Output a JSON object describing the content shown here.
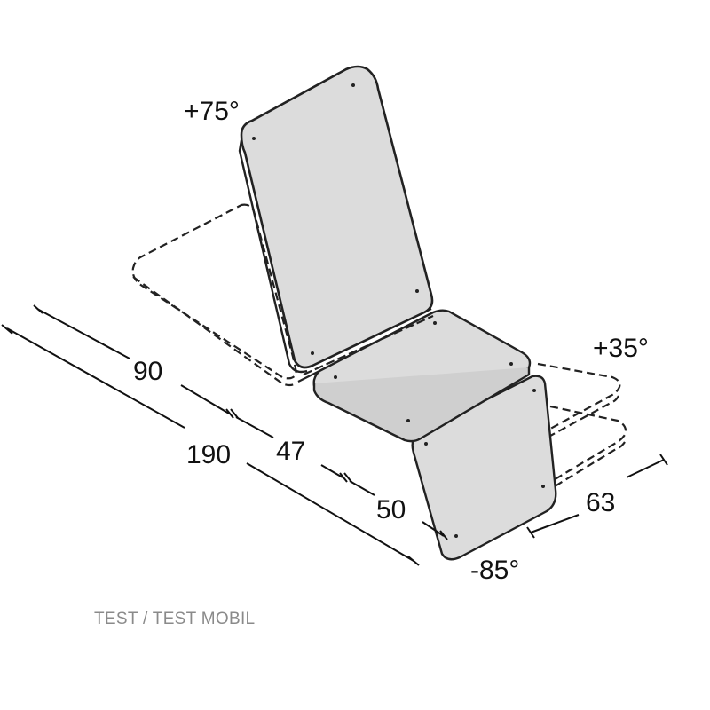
{
  "diagram": {
    "angles": {
      "backrest": "+75°",
      "legrest_up": "+35°",
      "legrest_down": "-85°"
    },
    "dimensions": {
      "backrest_length": "90",
      "total_length": "190",
      "seat_length": "47",
      "legrest_length": "50",
      "width": "63"
    },
    "colors": {
      "panel_fill": "#dcdcdc",
      "outline": "#222222",
      "background": "#ffffff"
    }
  },
  "caption": "TEST / TEST MOBIL"
}
